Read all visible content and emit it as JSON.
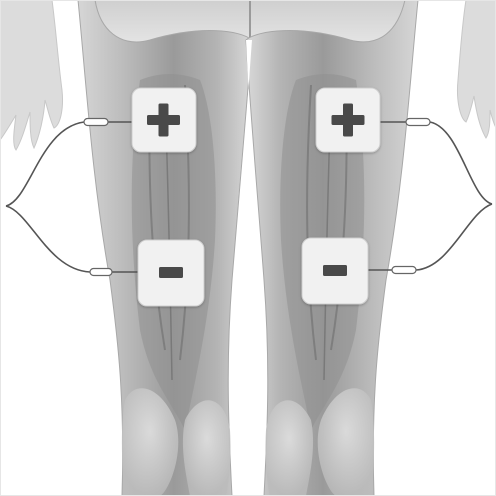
{
  "diagram": {
    "description_visible_text": "",
    "electrodes": [
      {
        "id": "left-upper",
        "symbol": "+",
        "polarity": "positive",
        "leg": "left"
      },
      {
        "id": "left-lower",
        "symbol": "-",
        "polarity": "negative",
        "leg": "left"
      },
      {
        "id": "right-upper",
        "symbol": "+",
        "polarity": "positive",
        "leg": "right"
      },
      {
        "id": "right-lower",
        "symbol": "-",
        "polarity": "negative",
        "leg": "right"
      }
    ],
    "colors": {
      "pad_fill": "#f1f1f1",
      "pad_border": "#cfcfcf",
      "symbol": "#4a4a4a",
      "wire": "#555555",
      "connector_fill": "#ffffff",
      "skin_light": "#e4e4e4",
      "skin_mid": "#c2c2c2",
      "skin_dark": "#8c8c8c"
    }
  }
}
